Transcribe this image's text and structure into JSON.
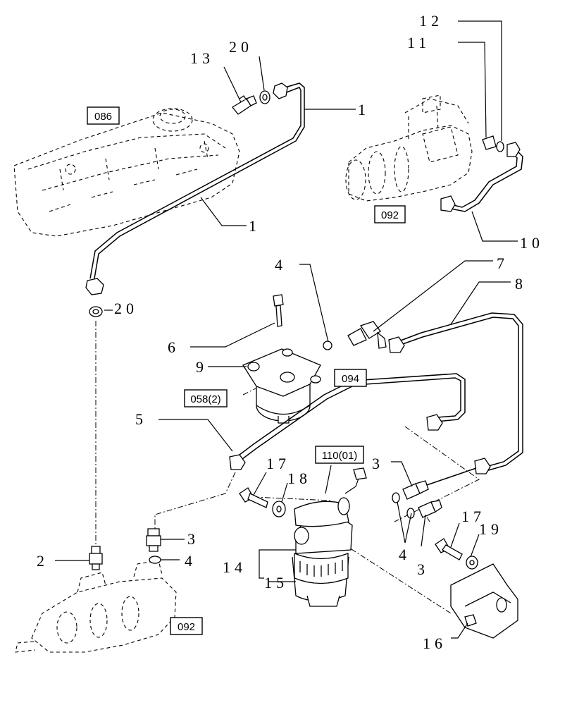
{
  "callouts": {
    "c1": "1",
    "c1b": "1",
    "c2": "2",
    "c3a": "3",
    "c3b": "3",
    "c3c": "3",
    "c4a": "4",
    "c4b": "4",
    "c4c": "4",
    "c5": "5",
    "c6": "6",
    "c7": "7",
    "c8": "8",
    "c9": "9",
    "c10": "10",
    "c11": "11",
    "c12": "12",
    "c13": "13",
    "c14": "14",
    "c15": "15",
    "c16": "16",
    "c17a": "17",
    "c17b": "17",
    "c18": "18",
    "c19": "19",
    "c20a": "20",
    "c20b": "20"
  },
  "refs": {
    "r086": "086",
    "r092a": "092",
    "r092b": "092",
    "r094": "094",
    "r058": "058(2)",
    "r110": "110(01)"
  }
}
